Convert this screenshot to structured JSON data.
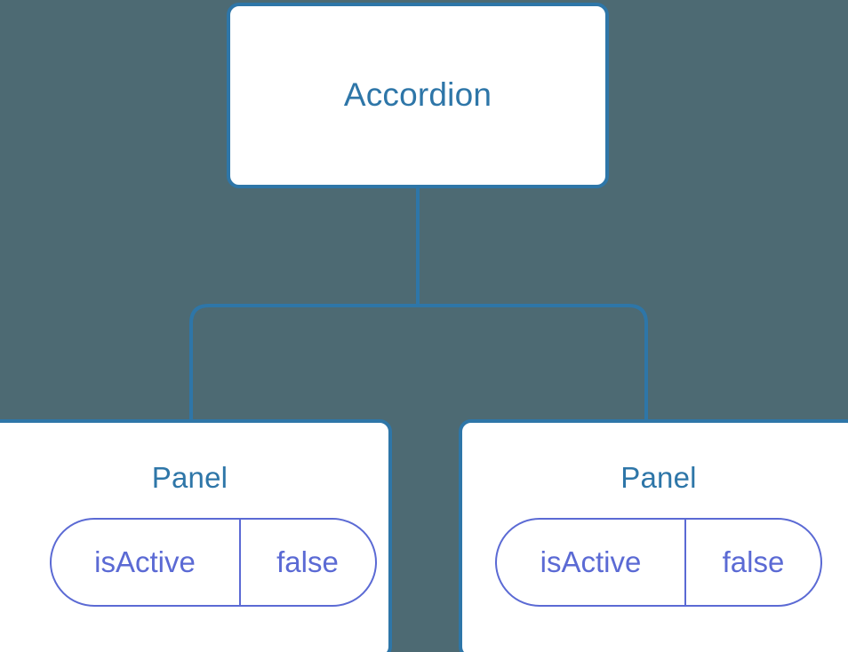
{
  "diagram": {
    "type": "component-tree",
    "background_color": "#4d6a73",
    "node_color": "#ffffff",
    "node_border_color": "#2e76a8",
    "node_text_color": "#2e76a8",
    "edge_color": "#2e76a8",
    "state_color": "#5b6ad4",
    "root": {
      "label": "Accordion"
    },
    "children": [
      {
        "label": "Panel",
        "state": {
          "key": "isActive",
          "value": "false"
        }
      },
      {
        "label": "Panel",
        "state": {
          "key": "isActive",
          "value": "false"
        }
      }
    ]
  }
}
